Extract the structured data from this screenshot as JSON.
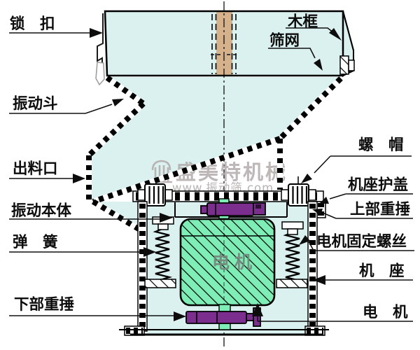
{
  "labels": {
    "lock": "锁　扣",
    "wood_frame": "木框",
    "mesh": "筛网",
    "hopper": "振动斗",
    "outlet": "出料口",
    "body": "振动本体",
    "spring": "弹　簧",
    "lower_weight": "下部重捶",
    "nut": "螺　帽",
    "base_cover": "机座护盖",
    "upper_weight": "上部重捶",
    "motor_screw": "电机固定螺丝",
    "base": "机　座",
    "motor": "电　机"
  },
  "motor_label": "电机",
  "watermark": {
    "brand": "盛美特机械",
    "url": "www.振动筛.com"
  },
  "colors": {
    "body_cyan": "#daf1ef",
    "center_tan": "#d6b28c",
    "weight_purple": "#7b2e8e",
    "motor_mint": "#7feeb6",
    "line_black": "#000000",
    "watermark_gray": "#b3abab",
    "background": "#ffffff"
  }
}
